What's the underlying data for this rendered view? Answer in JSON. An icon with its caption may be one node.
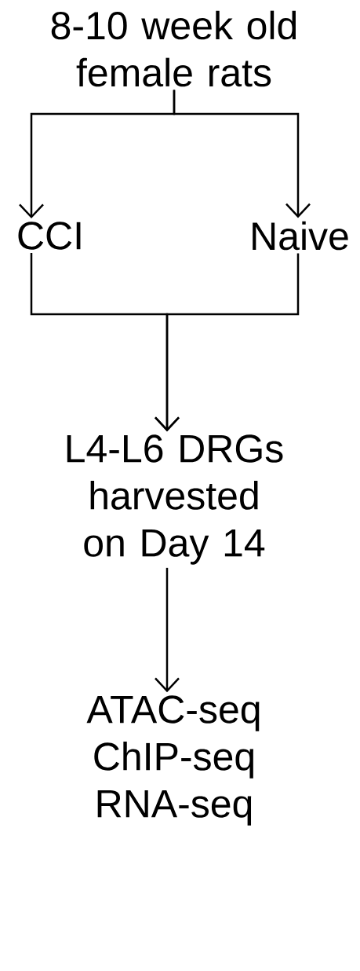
{
  "diagram": {
    "nodes": [
      {
        "text": [
          "8-10 week old female rats"
        ]
      },
      {
        "text": [
          "CCI"
        ]
      },
      {
        "text": [
          "Naive"
        ]
      },
      {
        "text": [
          "L4-L6 DRGs harvested on Day 14"
        ]
      },
      {
        "text": [
          "ATAC-seq ChIP-seq RNA-seq"
        ]
      }
    ],
    "edges": [
      {
        "from": 0,
        "to": 1,
        "arrow": "to"
      },
      {
        "from": 0,
        "to": 2,
        "arrow": "to"
      },
      {
        "from": 1,
        "to": 3,
        "arrow": "to"
      },
      {
        "from": 2,
        "to": 3,
        "arrow": "to"
      },
      {
        "from": 3,
        "to": 4,
        "arrow": "to"
      }
    ]
  }
}
